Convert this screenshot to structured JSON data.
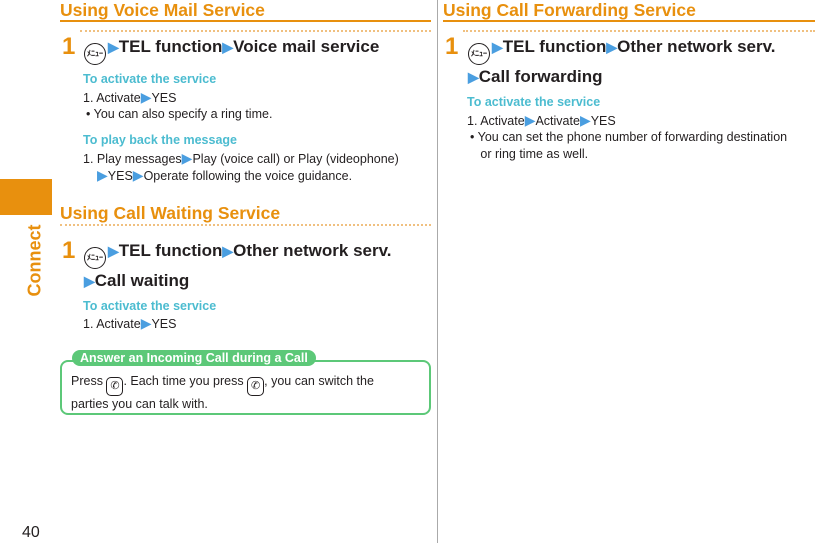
{
  "side_tab": {
    "label": "Connect",
    "color": "#e8900e"
  },
  "page_number": "40",
  "voice_mail": {
    "title": "Using Voice Mail Service",
    "step_num": "1",
    "menu_key": "ﾒﾆｭｰ",
    "step_parts": [
      "TEL function",
      "Voice mail service"
    ],
    "activate": {
      "heading": "To activate the service",
      "line": "1. Activate",
      "yes": "YES",
      "note": "• You can also specify a ring time."
    },
    "playback": {
      "heading": "To play back the message",
      "l1a": "1. Play messages",
      "l1b": "Play (voice call) or Play (videophone)",
      "l2a": "YES",
      "l2b": "Operate following the voice guidance."
    }
  },
  "call_waiting": {
    "title": "Using Call Waiting Service",
    "step_num": "1",
    "menu_key": "ﾒﾆｭｰ",
    "step_parts": [
      "TEL function",
      "Other network serv.",
      "Call waiting"
    ],
    "activate": {
      "heading": "To activate the service",
      "line": "1. Activate",
      "yes": "YES"
    }
  },
  "tip": {
    "title": "Answer an Incoming Call during a Call",
    "t1": "Press",
    "t2": ". Each time you press",
    "t3": ", you can switch the",
    "t4": "parties you can talk with.",
    "key_icon": "call-key-icon",
    "color": "#5cc878"
  },
  "forwarding": {
    "title": "Using Call Forwarding Service",
    "step_num": "1",
    "menu_key": "ﾒﾆｭｰ",
    "step_parts": [
      "TEL function",
      "Other network serv.",
      "Call forwarding"
    ],
    "activate": {
      "heading": "To activate the service",
      "a": "1. Activate",
      "b": "Activate",
      "yes": "YES",
      "note1": "• You can set the phone number of forwarding destination",
      "note2": "or ring time as well."
    }
  }
}
